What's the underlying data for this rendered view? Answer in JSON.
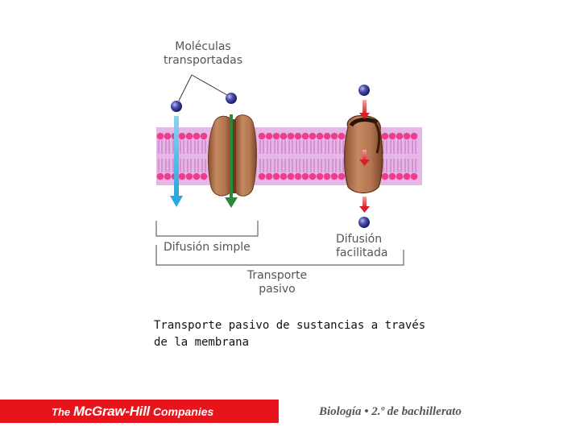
{
  "labels": {
    "molecules_line1": "Moléculas",
    "molecules_line2": "transportadas",
    "simple_diffusion": "Difusión simple",
    "facilitated_line1": "Difusión",
    "facilitated_line2": "facilitada",
    "passive_line1": "Transporte",
    "passive_line2": "pasivo"
  },
  "caption": {
    "line1": "Transporte pasivo de sustancias a través",
    "line2": "de la membrana"
  },
  "footer": {
    "logo_the": "The",
    "logo_brand": "McGraw-Hill",
    "logo_companies": "Companies",
    "course": "Biología • 2.º de bachillerato"
  },
  "colors": {
    "membrane_band": "#e6b6e6",
    "lipid_head": "#ee3d8c",
    "protein": "#b0744f",
    "molecule": "#2e3384",
    "arrow_blue": "#2aa7de",
    "arrow_green": "#2a8a3b",
    "arrow_red": "#d81e2a",
    "footer_red": "#e8141c"
  }
}
